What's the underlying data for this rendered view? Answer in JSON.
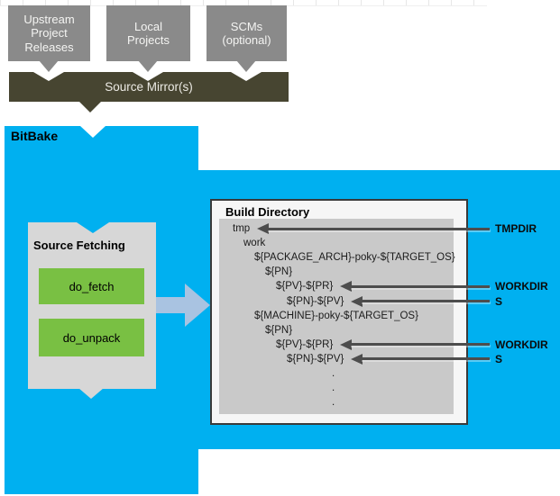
{
  "colors": {
    "cyan": "#00b0f0",
    "olive": "#474531",
    "gray_box": "#8a8a8a",
    "light_gray": "#d7d7d7",
    "inner_gray": "#c9c9c9",
    "green": "#79c043",
    "blue_arrow": "#a9c3e1",
    "dark_arrow": "#4d4d4d"
  },
  "sources": {
    "boxes": [
      {
        "label": [
          "Upstream",
          "Project",
          "Releases"
        ]
      },
      {
        "label": [
          "Local",
          "Projects"
        ]
      },
      {
        "label": [
          "SCMs",
          "(optional)"
        ]
      }
    ],
    "mirror_label": "Source Mirror(s)"
  },
  "bitbake_label": "BitBake",
  "source_fetching": {
    "title": "Source Fetching",
    "tasks": [
      "do_fetch",
      "do_unpack"
    ]
  },
  "build_directory": {
    "title": "Build Directory",
    "tree": [
      {
        "text": "tmp",
        "indent": 0,
        "arrow": "TMPDIR"
      },
      {
        "text": "work",
        "indent": 1
      },
      {
        "text": "${PACKAGE_ARCH}-poky-${TARGET_OS}",
        "indent": 2
      },
      {
        "text": "${PN}",
        "indent": 3
      },
      {
        "text": "${PV}-${PR}",
        "indent": 4,
        "arrow": "WORKDIR"
      },
      {
        "text": "${PN}-${PV}",
        "indent": 5,
        "arrow": "S"
      },
      {
        "text": "${MACHINE}-poky-${TARGET_OS}",
        "indent": 2
      },
      {
        "text": "${PN}",
        "indent": 3
      },
      {
        "text": "${PV}-${PR}",
        "indent": 4,
        "arrow": "WORKDIR"
      },
      {
        "text": "${PN}-${PV}",
        "indent": 5,
        "arrow": "S"
      },
      {
        "text": ".",
        "dot": true
      },
      {
        "text": ".",
        "dot": true
      },
      {
        "text": ".",
        "dot": true
      }
    ]
  }
}
